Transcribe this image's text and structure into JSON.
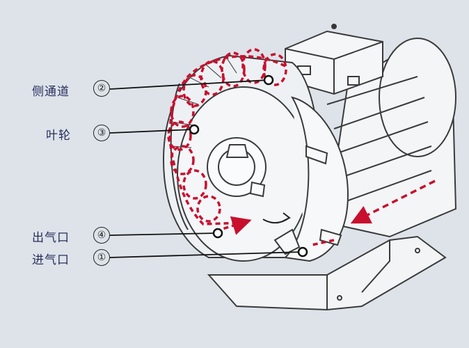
{
  "callouts": [
    {
      "num": "②",
      "label": "侧通道"
    },
    {
      "num": "③",
      "label": "叶轮"
    },
    {
      "num": "④",
      "label": "出气口"
    },
    {
      "num": "①",
      "label": "进气口"
    }
  ],
  "colors": {
    "airflow": "#c8102e",
    "outline": "#3a3a3a",
    "background": "#dde3e9",
    "label_text": "#2a2d5e"
  }
}
